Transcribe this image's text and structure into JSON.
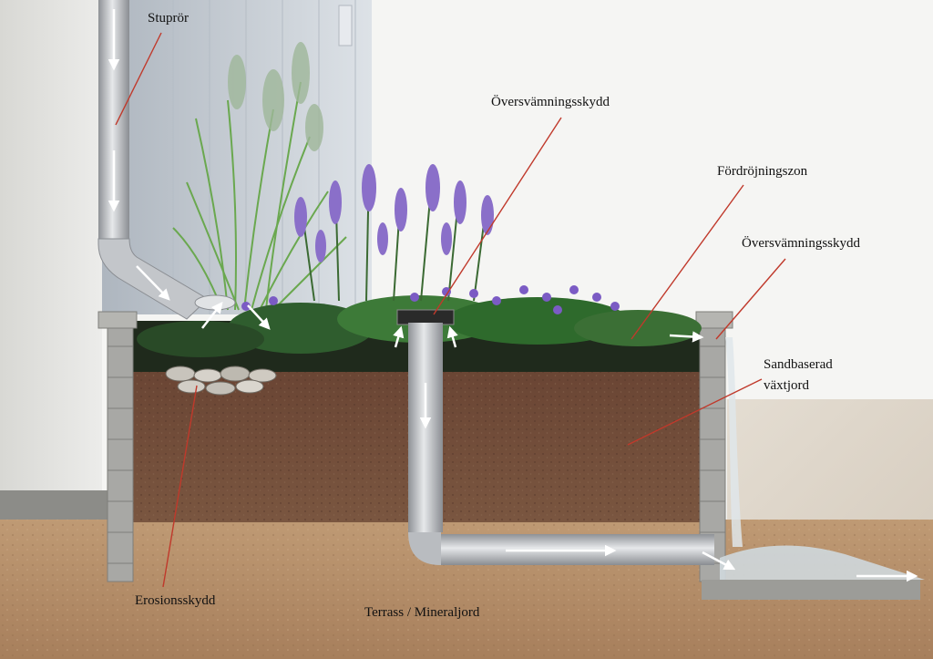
{
  "labels": {
    "downpipe": "Stuprör",
    "overflow_center": "Översvämningsskydd",
    "delay_zone": "Fördröjningszon",
    "overflow_right": "Översvämningsskydd",
    "soil_line1": "Sandbaserad",
    "soil_line2": "växtjord",
    "erosion": "Erosionsskydd",
    "terrace": "Terrass / Mineraljord"
  },
  "icons": {
    "flow_arrow": "arrow-icon",
    "flower": "flower-icon",
    "grass": "grass-icon"
  },
  "colors": {
    "leader_line": "#c0392b",
    "soil": "#6e4a36",
    "subsoil": "#b08a66",
    "pipe": "#b9bcc0",
    "wall": "#a9a9a7",
    "siding": "#c9cfd6",
    "flowers": "#8a6fc9",
    "grass": "#6aa84f"
  }
}
